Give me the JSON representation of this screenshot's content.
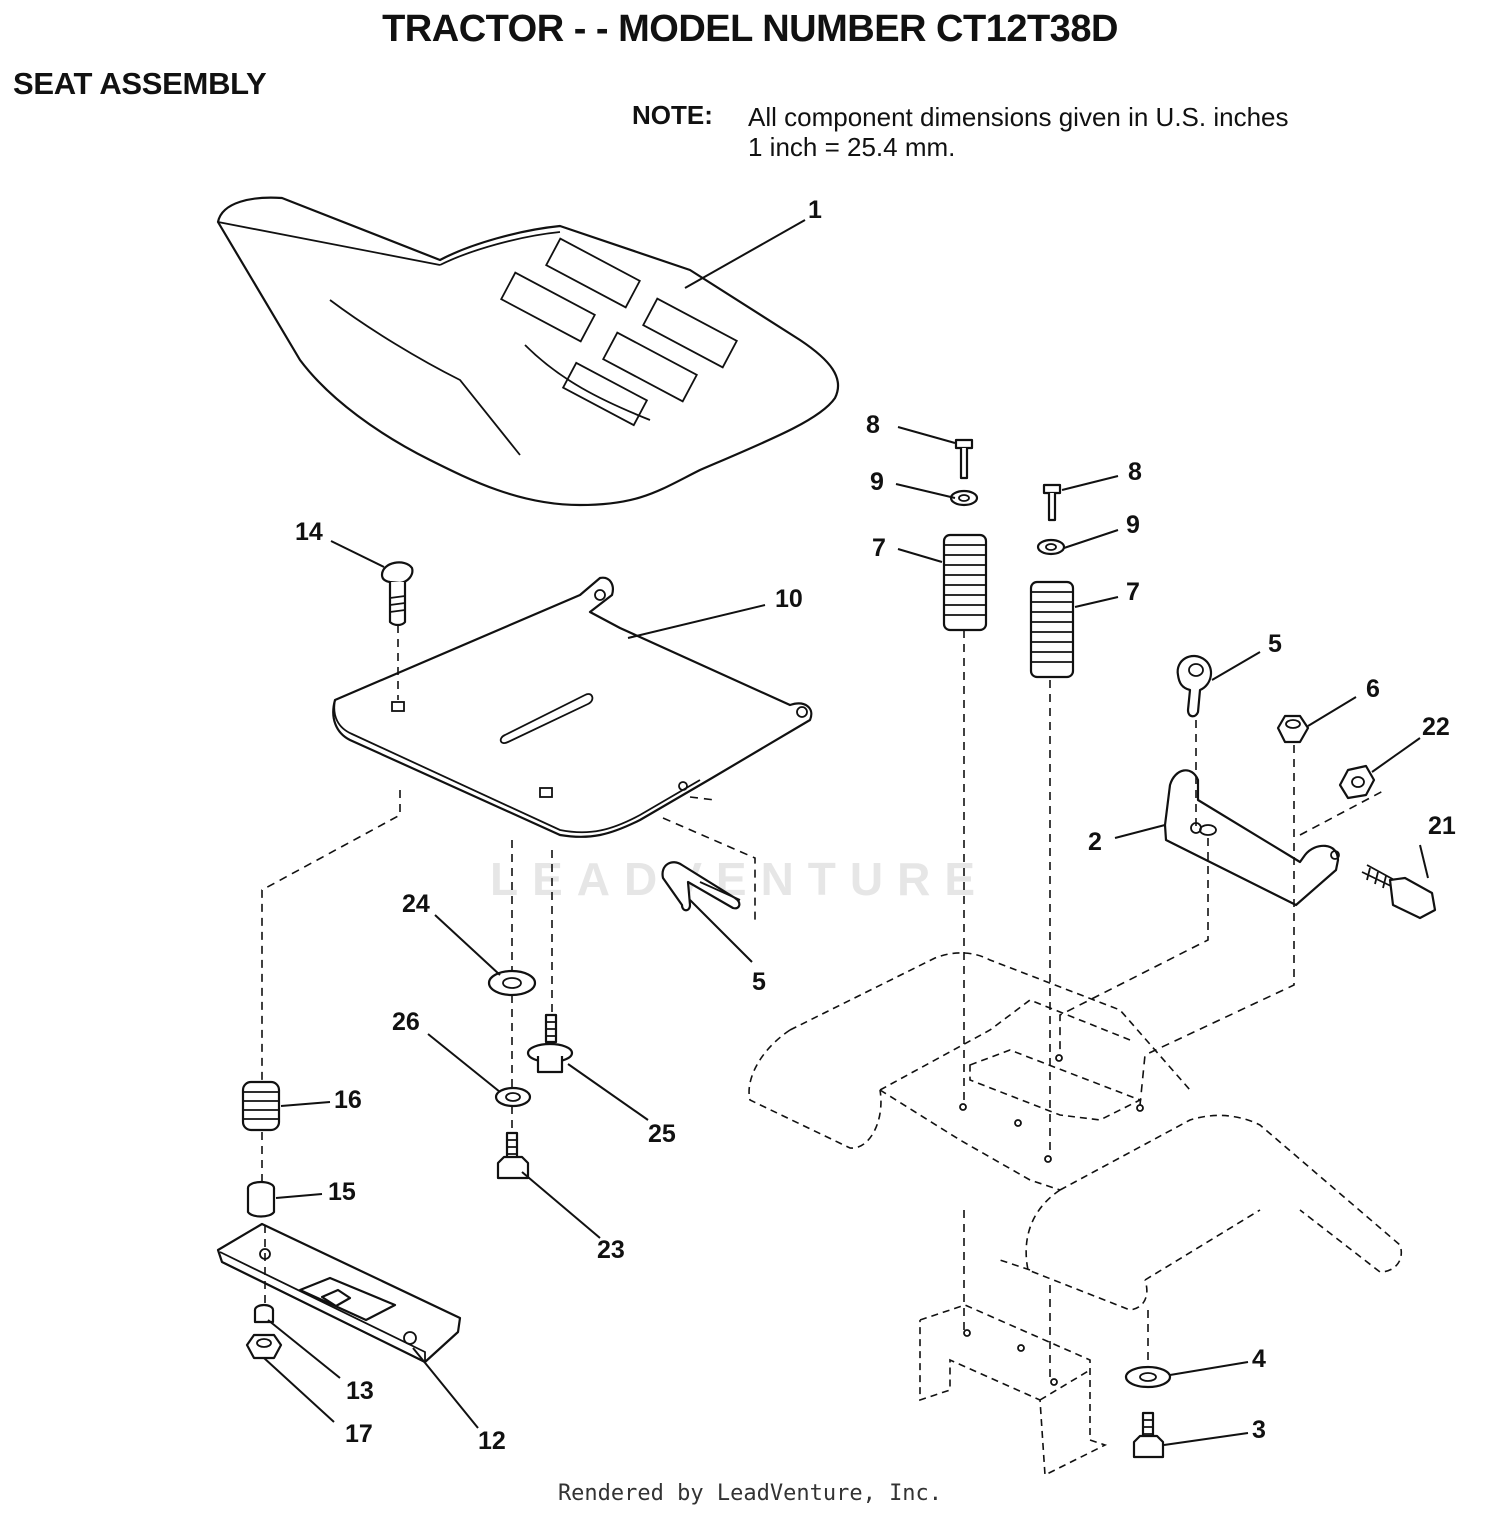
{
  "header": {
    "title": "TRACTOR - - MODEL NUMBER CT12T38D",
    "subtitle": "SEAT ASSEMBLY"
  },
  "note": {
    "label": "NOTE:",
    "line1": "All component dimensions given in U.S. inches",
    "line2": "1 inch = 25.4 mm."
  },
  "callouts": [
    "1",
    "8",
    "9",
    "7",
    "8",
    "9",
    "7",
    "14",
    "10",
    "5",
    "6",
    "22",
    "2",
    "21",
    "24",
    "5",
    "26",
    "25",
    "16",
    "15",
    "23",
    "4",
    "3",
    "13",
    "17",
    "12"
  ],
  "watermark": "LEADVENTURE",
  "footer": "Rendered by LeadVenture, Inc."
}
